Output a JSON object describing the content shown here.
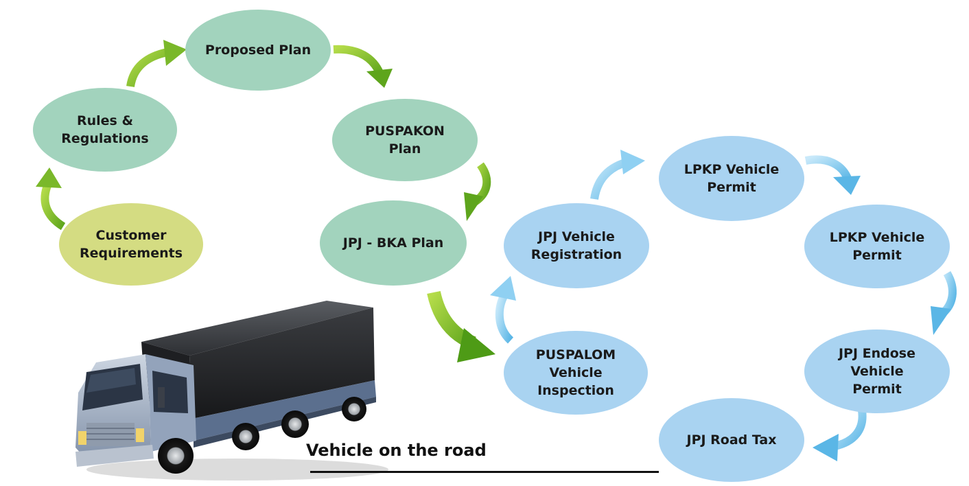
{
  "nodes": {
    "customer_requirements": "Customer\nRequirements",
    "rules_regulations": "Rules &\nRegulations",
    "proposed_plan": "Proposed Plan",
    "puspakon_plan": "PUSPAKON\nPlan",
    "jpj_bka_plan": "JPJ - BKA Plan",
    "puspalom_inspection": "PUSPALOM\nVehicle\nInspection",
    "jpj_registration": "JPJ Vehicle\nRegistration",
    "lpkp_permit_1": "LPKP Vehicle\nPermit",
    "lpkp_permit_2": "LPKP Vehicle\nPermit",
    "jpj_endose_permit": "JPJ Endose\nVehicle\nPermit",
    "jpj_road_tax": "JPJ Road Tax"
  },
  "caption": "Vehicle on the road",
  "colors": {
    "green_node": "#a2d3bd",
    "yellow_node": "#d4dc82",
    "blue_node": "#a9d3f1",
    "green_arrow": "#7ab82a",
    "blue_arrow": "#6cc0ea"
  },
  "illustration": "truck-icon"
}
